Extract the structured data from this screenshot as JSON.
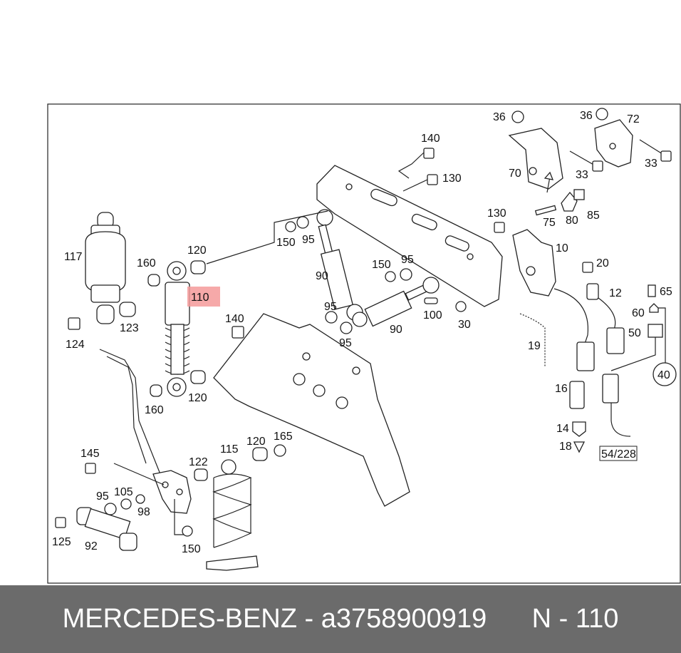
{
  "highlight": {
    "label": "110",
    "color": "#f49a9a"
  },
  "callouts": [
    {
      "id": "c36a",
      "text": "36"
    },
    {
      "id": "c36b",
      "text": "36"
    },
    {
      "id": "c72",
      "text": "72"
    },
    {
      "id": "c140a",
      "text": "140"
    },
    {
      "id": "c130a",
      "text": "130"
    },
    {
      "id": "c70",
      "text": "70"
    },
    {
      "id": "c33a",
      "text": "33"
    },
    {
      "id": "c33b",
      "text": "33"
    },
    {
      "id": "c75",
      "text": "75"
    },
    {
      "id": "c80",
      "text": "80"
    },
    {
      "id": "c85",
      "text": "85"
    },
    {
      "id": "c130b",
      "text": "130"
    },
    {
      "id": "c10",
      "text": "10"
    },
    {
      "id": "c117",
      "text": "117"
    },
    {
      "id": "c120a",
      "text": "120"
    },
    {
      "id": "c150a",
      "text": "150"
    },
    {
      "id": "c95a",
      "text": "95"
    },
    {
      "id": "c160a",
      "text": "160"
    },
    {
      "id": "c90a",
      "text": "90"
    },
    {
      "id": "c150b",
      "text": "150"
    },
    {
      "id": "c95b",
      "text": "95"
    },
    {
      "id": "c20",
      "text": "20"
    },
    {
      "id": "c12",
      "text": "12"
    },
    {
      "id": "c65",
      "text": "65"
    },
    {
      "id": "c95c",
      "text": "95"
    },
    {
      "id": "c100",
      "text": "100"
    },
    {
      "id": "c140b",
      "text": "140"
    },
    {
      "id": "c123",
      "text": "123"
    },
    {
      "id": "c90b",
      "text": "90"
    },
    {
      "id": "c30",
      "text": "30"
    },
    {
      "id": "c60",
      "text": "60"
    },
    {
      "id": "c50",
      "text": "50"
    },
    {
      "id": "c95d",
      "text": "95"
    },
    {
      "id": "c124",
      "text": "124"
    },
    {
      "id": "c19",
      "text": "19"
    },
    {
      "id": "c40",
      "text": "40"
    },
    {
      "id": "c120b",
      "text": "120"
    },
    {
      "id": "c16",
      "text": "16"
    },
    {
      "id": "c160b",
      "text": "160"
    },
    {
      "id": "c14",
      "text": "14"
    },
    {
      "id": "c18",
      "text": "18"
    },
    {
      "id": "c54",
      "text": "54/228"
    },
    {
      "id": "c120c",
      "text": "120"
    },
    {
      "id": "c165",
      "text": "165"
    },
    {
      "id": "c145",
      "text": "145"
    },
    {
      "id": "c115",
      "text": "115"
    },
    {
      "id": "c122",
      "text": "122"
    },
    {
      "id": "c95e",
      "text": "95"
    },
    {
      "id": "c105",
      "text": "105"
    },
    {
      "id": "c98",
      "text": "98"
    },
    {
      "id": "c125",
      "text": "125"
    },
    {
      "id": "c92",
      "text": "92"
    },
    {
      "id": "c150c",
      "text": "150"
    }
  ],
  "footer": {
    "brand": "MERCEDES-BENZ",
    "separator": "-",
    "part_number": "a3758900919",
    "ref_prefix": "N",
    "ref_separator": "-",
    "ref_number": "110"
  }
}
